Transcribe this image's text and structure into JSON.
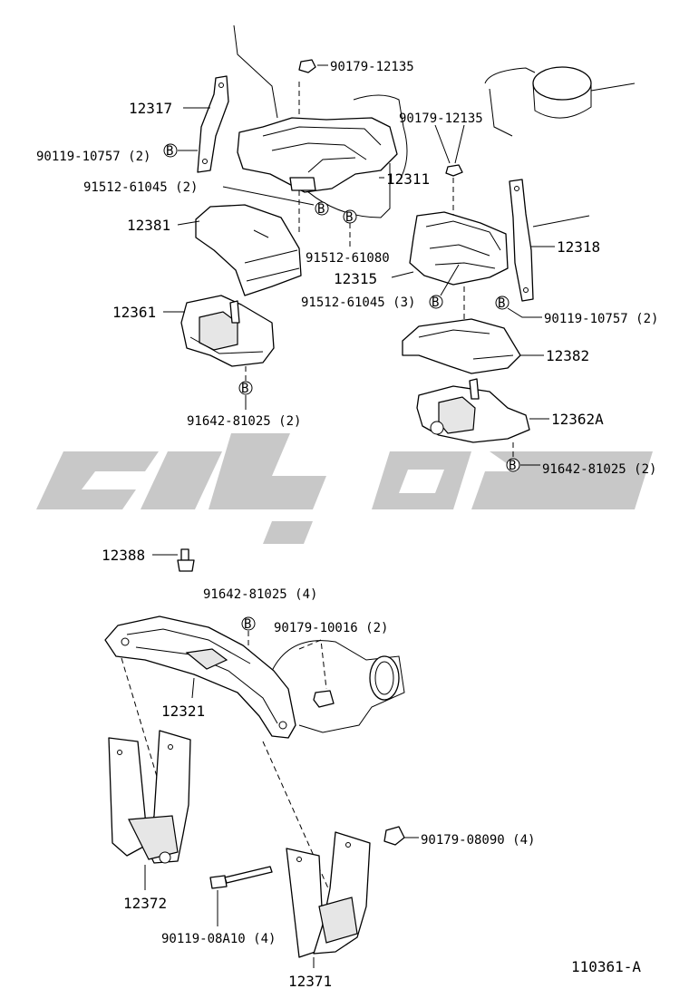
{
  "labels": {
    "p12317": "12317",
    "p90119_10757_a": "90119-10757 (2)",
    "p90179_12135_a": "90179-12135",
    "p90179_12135_b": "90179-12135",
    "p12311": "12311",
    "p91512_61045_a": "91512-61045 (2)",
    "p12381": "12381",
    "p91512_61080": "91512-61080",
    "p12318": "12318",
    "p12315": "12315",
    "p91512_61045_b": "91512-61045 (3)",
    "p90119_10757_b": "90119-10757 (2)",
    "p12361": "12361",
    "p12382": "12382",
    "p91642_81025_a": "91642-81025 (2)",
    "p12362A": "12362A",
    "p91642_81025_b": "91642-81025 (2)",
    "p12388": "12388",
    "p91642_81025_c": "91642-81025 (4)",
    "p90179_10016": "90179-10016 (2)",
    "p12321": "12321",
    "p90179_08090": "90179-08090 (4)",
    "p12372": "12372",
    "p90119_08A10": "90119-08A10 (4)",
    "p12371": "12371",
    "diagram_id": "110361-A"
  },
  "bolt_marker": "B",
  "watermark_color": "#c8c8c8"
}
